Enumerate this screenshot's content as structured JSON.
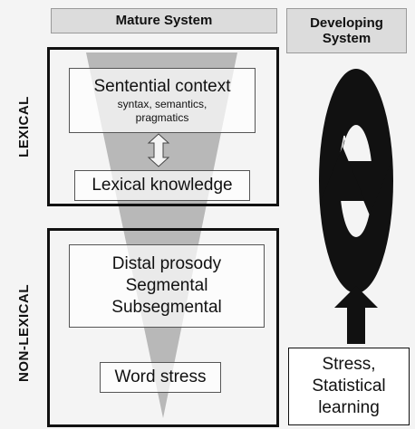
{
  "headers": {
    "mature": "Mature System",
    "developing_line1": "Developing",
    "developing_line2": "System"
  },
  "side_labels": {
    "lexical": "LEXICAL",
    "non_lexical": "NON-LEXICAL"
  },
  "lexical_boxes": {
    "sentential_title": "Sentential context",
    "sentential_sub1": "syntax, semantics,",
    "sentential_sub2": "pragmatics",
    "lexical_knowledge": "Lexical knowledge"
  },
  "non_lexical_boxes": {
    "line1": "Distal prosody",
    "line2": "Segmental",
    "line3": "Subsegmental",
    "word_stress": "Word stress"
  },
  "developing_box": {
    "line1": "Stress,",
    "line2": "Statistical",
    "line3": "learning"
  },
  "colors": {
    "funnel": "#b8b8b8",
    "header_bg": "#dcdcdc",
    "arrow": "#111111"
  }
}
